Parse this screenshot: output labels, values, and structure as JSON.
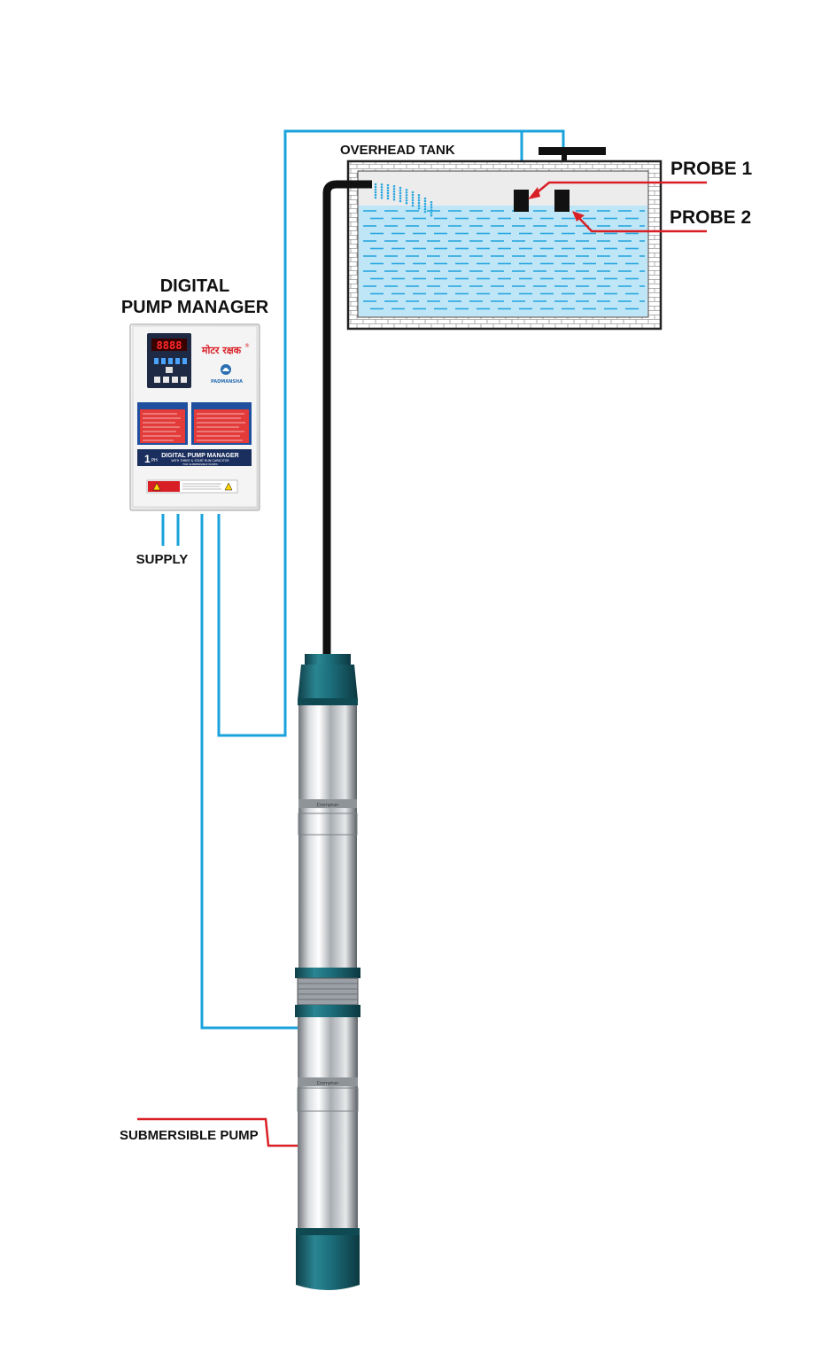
{
  "labels": {
    "overhead_tank": "OVERHEAD TANK",
    "probe1": "PROBE 1",
    "probe2": "PROBE 2",
    "manager_line1": "DIGITAL",
    "manager_line2": "PUMP MANAGER",
    "supply": "SUPPLY",
    "submersible_pump": "SUBMERSIBLE PUMP"
  },
  "device": {
    "display": "8888",
    "brand_hindi": "मोटर रक्षक",
    "brand_reg": "®",
    "logo_text": "PADMANSHA",
    "phase": "1",
    "phase_unit": "PH",
    "banner_title": "DIGITAL PUMP MANAGER",
    "banner_sub": "WITH THREE & START RUN CAPACITOR",
    "banner_sub2": "FOR SUBMERSIBLE PUMPS"
  },
  "pump": {
    "brand": "Crompton"
  },
  "colors": {
    "wire": "#1aa3dc",
    "pipe": "#111111",
    "pointer": "#d91f26",
    "water": "#bfe6f7",
    "water_line": "#2aa7e0",
    "pump_cap": "#1f6f7a",
    "steel": "#c9ccd0"
  }
}
